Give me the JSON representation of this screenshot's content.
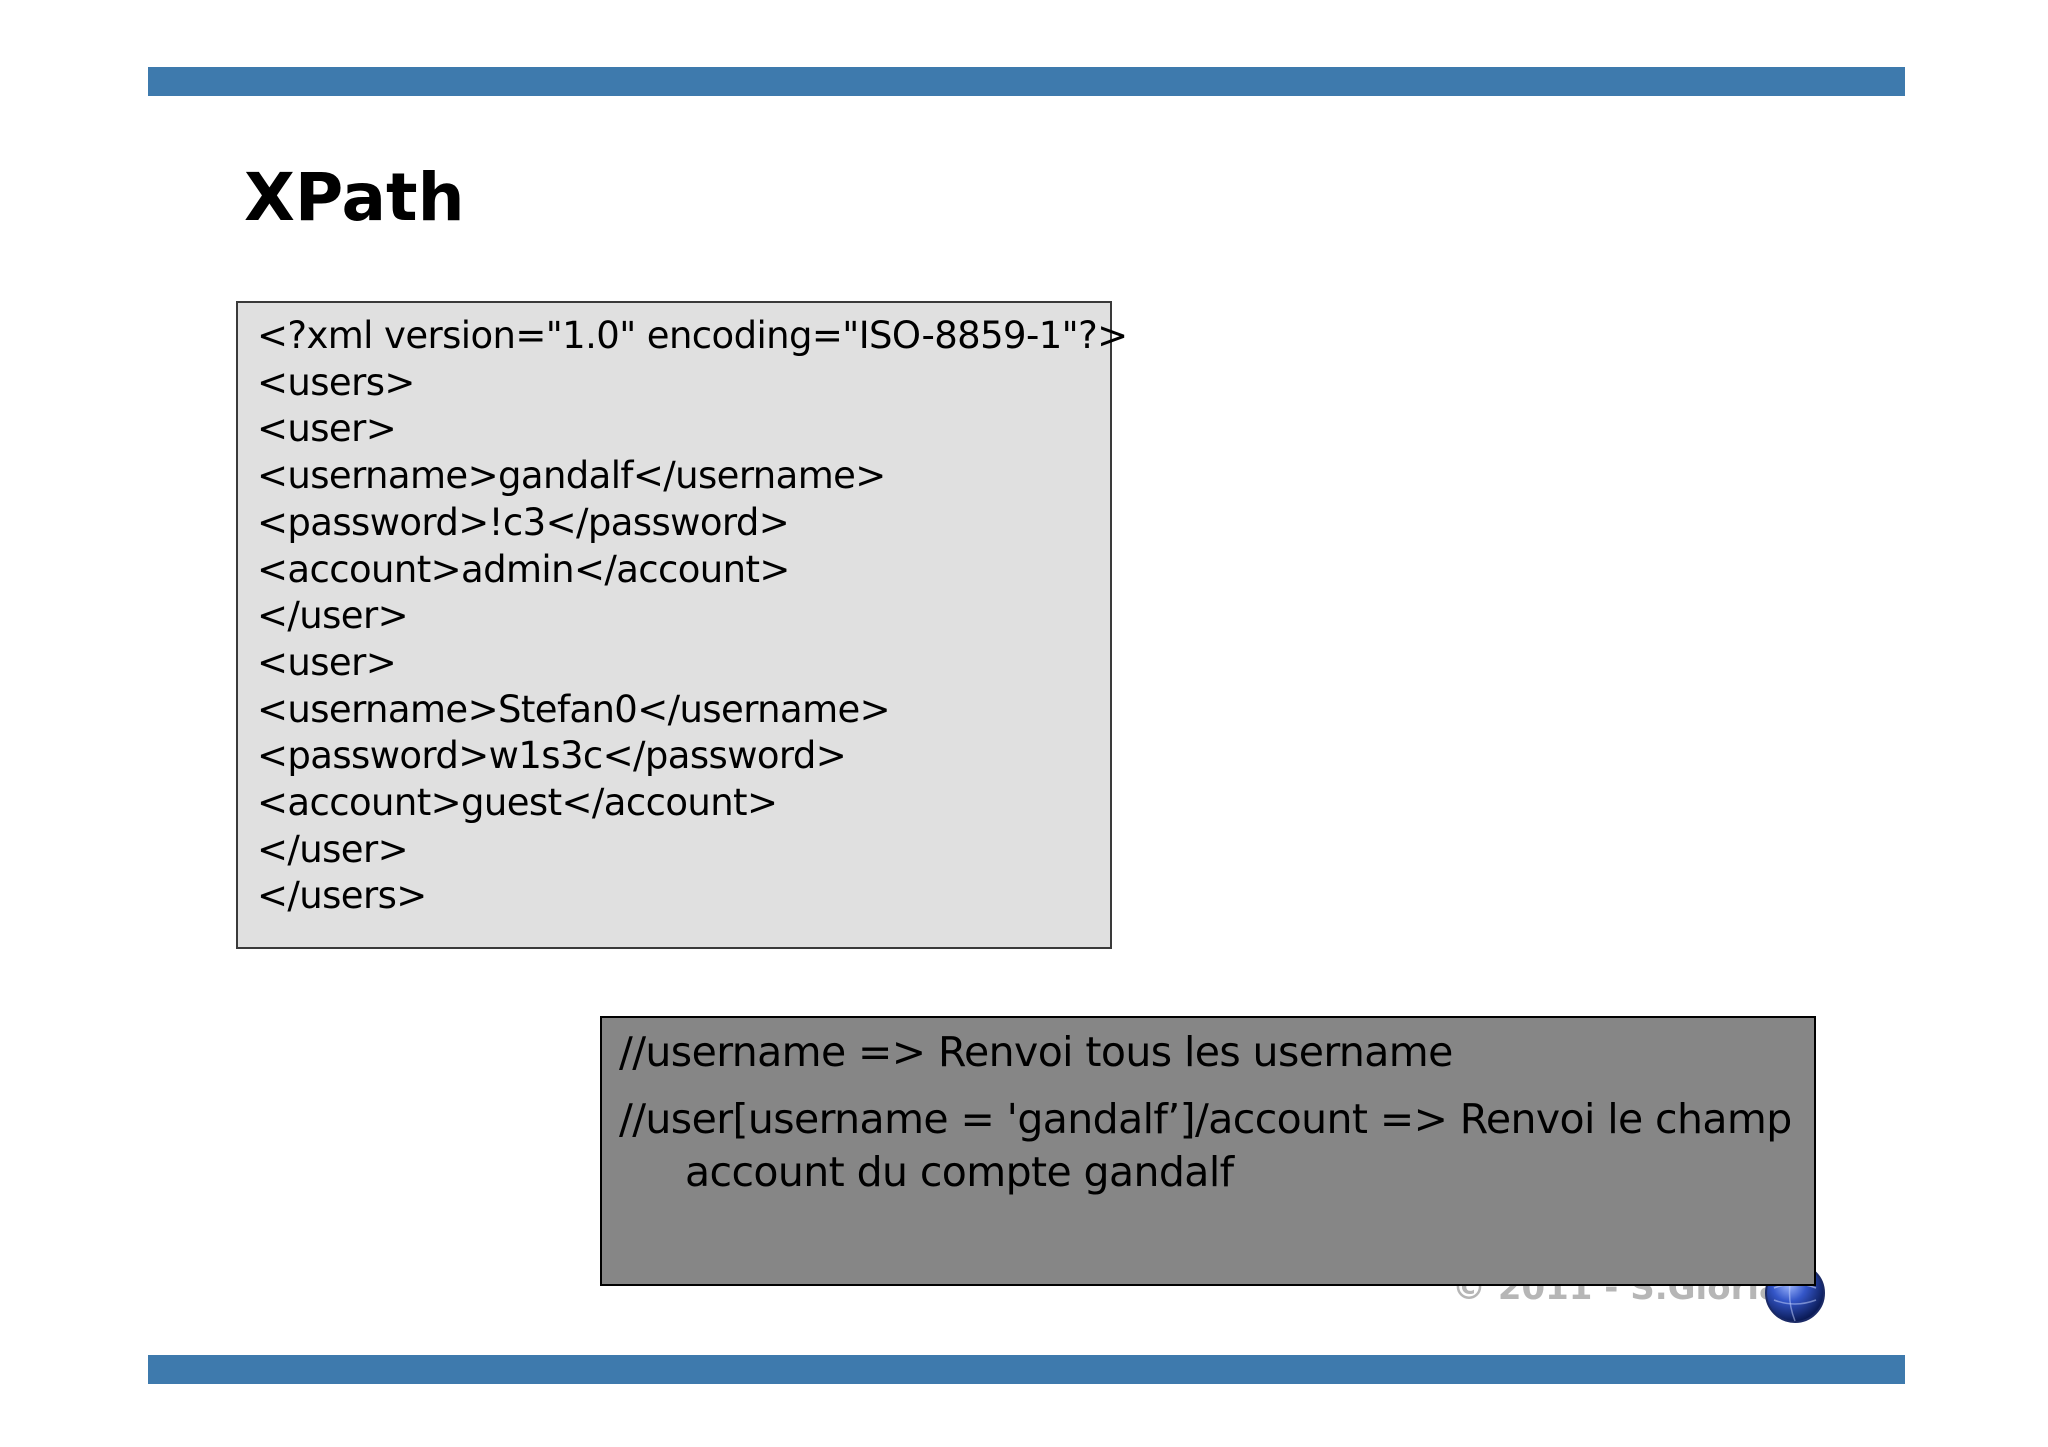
{
  "slide": {
    "title": "XPath",
    "xml_lines": [
      "<?xml version=\"1.0\" encoding=\"ISO-8859-1\"?>",
      "<users>",
      "<user>",
      "<username>gandalf</username>",
      "<password>!c3</password>",
      "<account>admin</account>",
      "</user>",
      "<user>",
      "<username>Stefan0</username>",
      "<password>w1s3c</password>",
      "<account>guest</account>",
      "</user>",
      "</users>"
    ],
    "notes": [
      "//username => Renvoi tous les username",
      "//user[username = 'gandalf’]/account => Renvoi le champ account du compte gandalf"
    ],
    "footer": "© 2011 - S.Gioria"
  },
  "colors": {
    "bar": "#3e7aad",
    "xml_box_bg": "#e0e0e0",
    "note_box_bg": "#868686"
  },
  "icons": {
    "logo": "globe-logo-icon"
  }
}
